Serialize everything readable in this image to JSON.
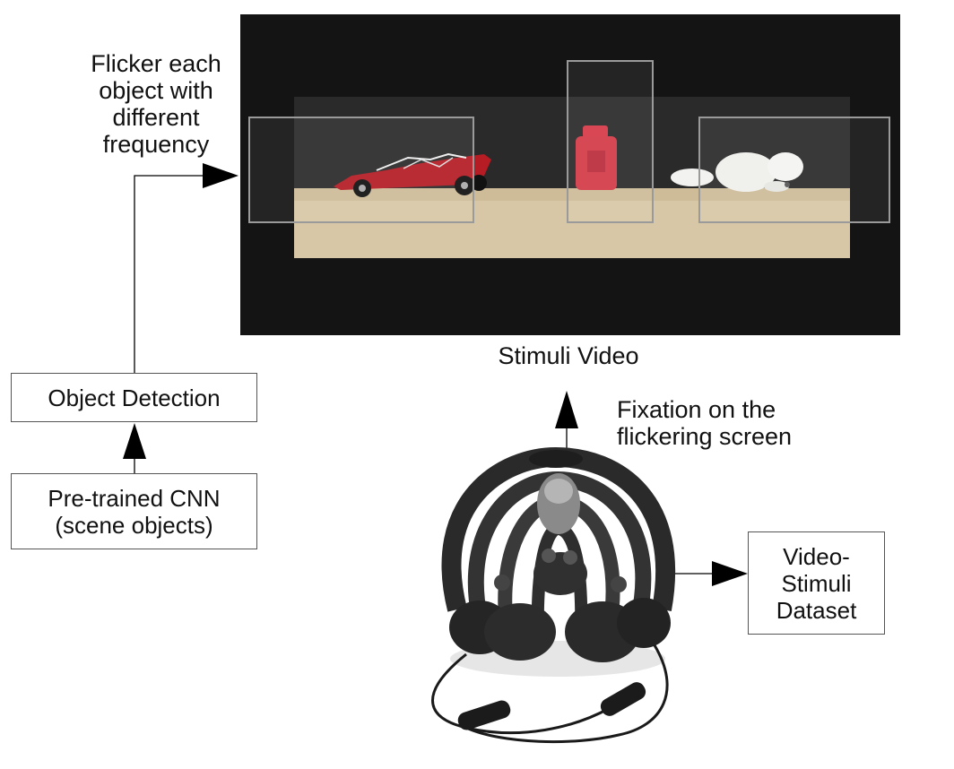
{
  "flicker_note": [
    "Flicker each",
    "object with",
    "different",
    "frequency"
  ],
  "stimuli_caption": "Stimuli Video",
  "fixation_note": [
    "Fixation on the",
    "flickering screen"
  ],
  "object_detection_box": "Object Detection",
  "cnn_box": [
    "Pre-trained CNN",
    "(scene objects)"
  ],
  "dataset_box": [
    "Video-",
    "Stimuli",
    "Dataset"
  ],
  "colors": {
    "screen_bg": "#151515",
    "table": "#d9c8a8",
    "wall": "#2b2b2b",
    "bottle": "#d23a45",
    "car_red": "#b81d25",
    "arrow": "#000000"
  },
  "icons": {
    "video_objects": [
      "toy-car-icon",
      "bottle-icon",
      "toy-dog-icon"
    ],
    "headset": "eeg-headset-icon"
  }
}
